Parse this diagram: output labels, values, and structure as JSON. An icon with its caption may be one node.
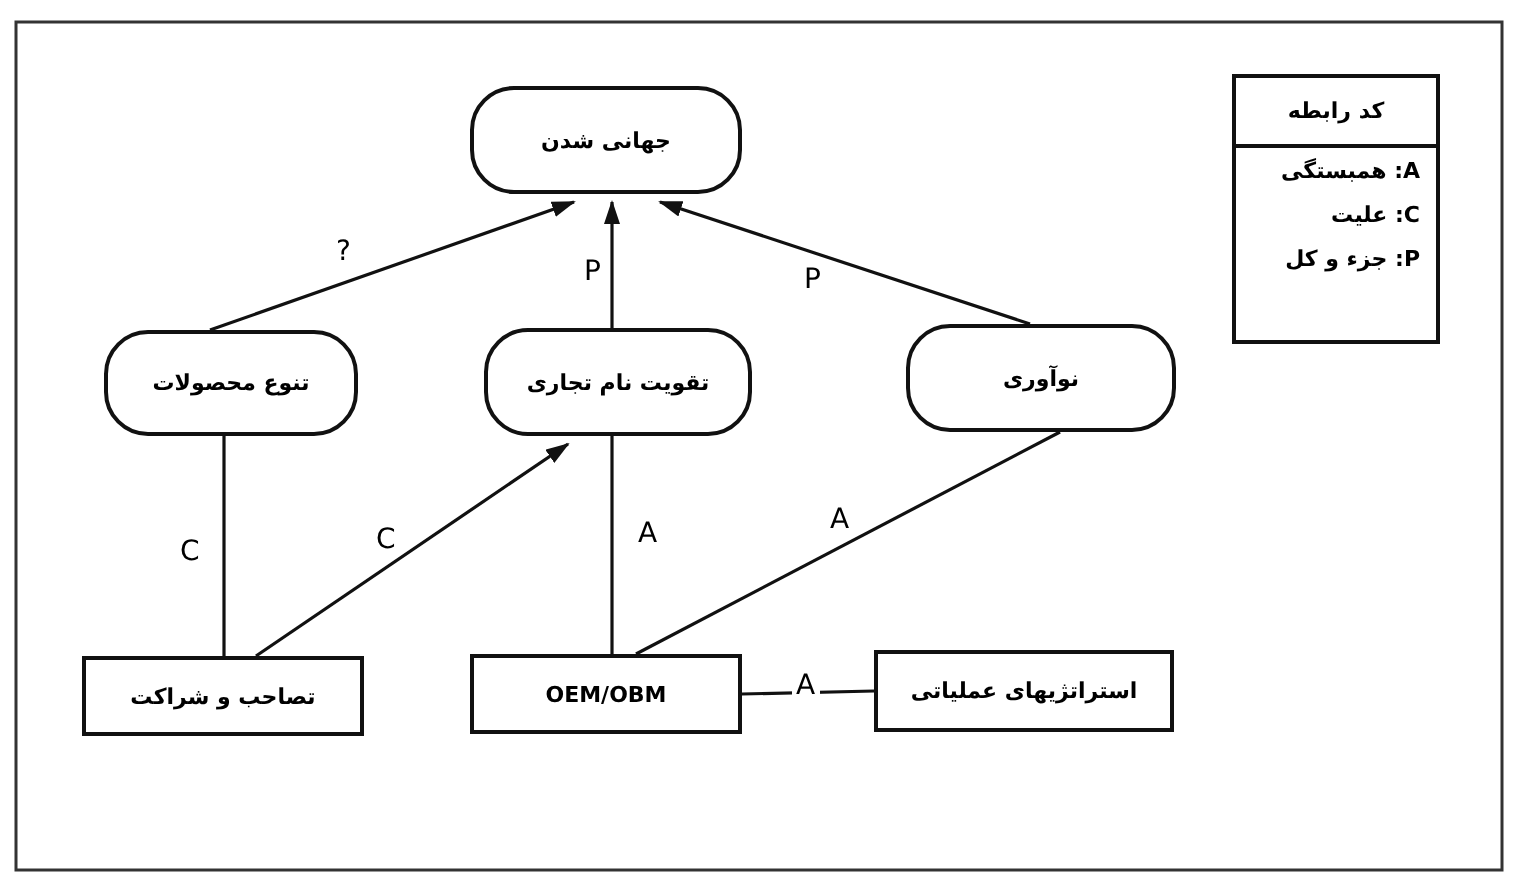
{
  "diagram": {
    "nodes": [
      {
        "text": [
          "جهانی شدن"
        ]
      },
      {
        "text": [
          "تنوع محصولات"
        ]
      },
      {
        "text": [
          "تقویت نام تجاری"
        ]
      },
      {
        "text": [
          "نوآوری"
        ]
      },
      {
        "text": [
          "تصاحب و شراکت"
        ]
      },
      {
        "text": [
          "OEM/OBM"
        ]
      },
      {
        "text": [
          "استراتژیهای عملیاتی"
        ]
      },
      {
        "text": [
          "کد رابطه",
          "A: همبستگی",
          "C: علیت",
          "P: جزء و کل"
        ]
      }
    ],
    "edges": [
      {
        "from": 1,
        "to": 0,
        "arrow": "to",
        "label": "?"
      },
      {
        "from": 2,
        "to": 0,
        "arrow": "to",
        "label": "P"
      },
      {
        "from": 3,
        "to": 0,
        "arrow": "to",
        "label": "P"
      },
      {
        "from": 4,
        "to": 1,
        "arrow": "none",
        "label": "C"
      },
      {
        "from": 4,
        "to": 2,
        "arrow": "to",
        "label": "C"
      },
      {
        "from": 5,
        "to": 2,
        "arrow": "none",
        "label": "A"
      },
      {
        "from": 5,
        "to": 3,
        "arrow": "none",
        "label": "A"
      },
      {
        "from": 6,
        "to": 5,
        "arrow": "none",
        "label": "A"
      }
    ]
  }
}
